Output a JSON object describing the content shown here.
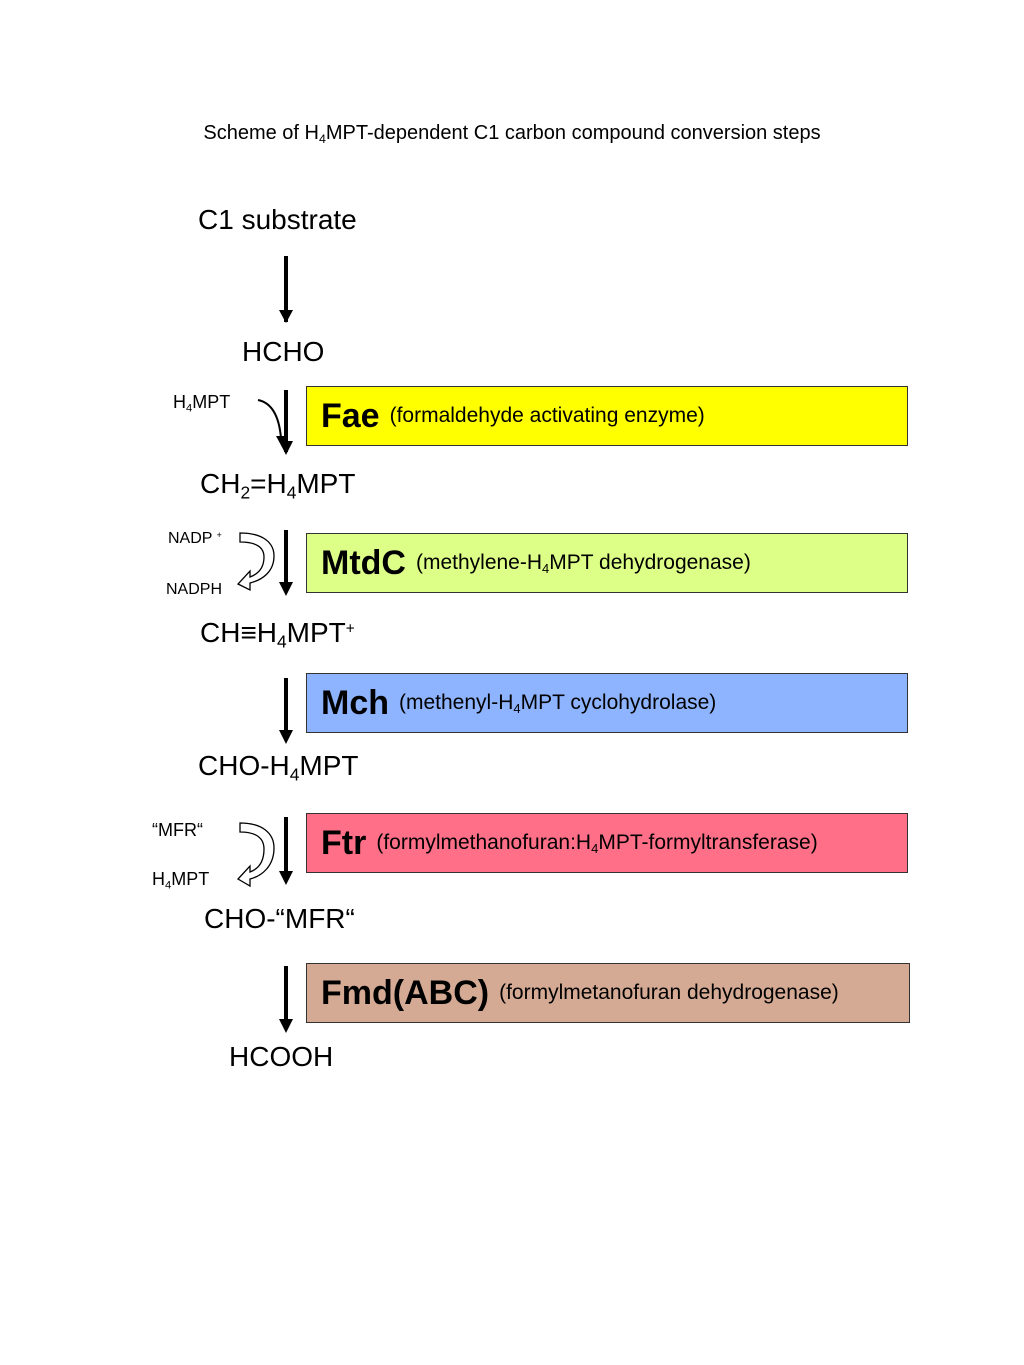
{
  "title": {
    "pre": "Scheme of H",
    "sub": "4",
    "post": "MPT-dependent C1 carbon compound conversion steps"
  },
  "compounds": {
    "c1_substrate": "C1 substrate",
    "hcho": "HCHO",
    "ch2": {
      "a": "CH",
      "a_sub": "2",
      "b": "=H",
      "b_sub": "4",
      "c": "MPT"
    },
    "ch": {
      "a": "CH≡H",
      "a_sub": "4",
      "b": "MPT",
      "sup": "+"
    },
    "cho_h4mpt": {
      "a": "CHO-H",
      "a_sub": "4",
      "b": "MPT"
    },
    "cho_mfr": "CHO-“MFR“",
    "hcooh": "HCOOH"
  },
  "cofactors": {
    "h4mpt_in": {
      "a": "H",
      "sub": "4",
      "b": "MPT"
    },
    "nadp": {
      "text": "NADP",
      "sup": "+"
    },
    "nadph": "NADPH",
    "mfr": "“MFR“",
    "h4mpt_out": {
      "a": "H",
      "sub": "4",
      "b": "MPT"
    }
  },
  "enzymes": [
    {
      "name": "Fae",
      "desc": "(formaldehyde activating enzyme)",
      "color": "#ffff00"
    },
    {
      "name": "MtdC",
      "desc_a": "(methylene-H",
      "desc_sub": "4",
      "desc_b": "MPT dehydrogenase)",
      "color": "#ddff88"
    },
    {
      "name": "Mch",
      "desc_a": "(methenyl-H",
      "desc_sub": "4",
      "desc_b": "MPT cyclohydrolase)",
      "color": "#8eb4ff"
    },
    {
      "name": "Ftr",
      "desc_a": "(formylmethanofuran:H",
      "desc_sub": "4",
      "desc_b": "MPT-formyltransferase)",
      "color": "#ff7088"
    },
    {
      "name": "Fmd(ABC)",
      "desc": "(formylmetanofuran dehydrogenase)",
      "color": "#d4aa94"
    }
  ]
}
